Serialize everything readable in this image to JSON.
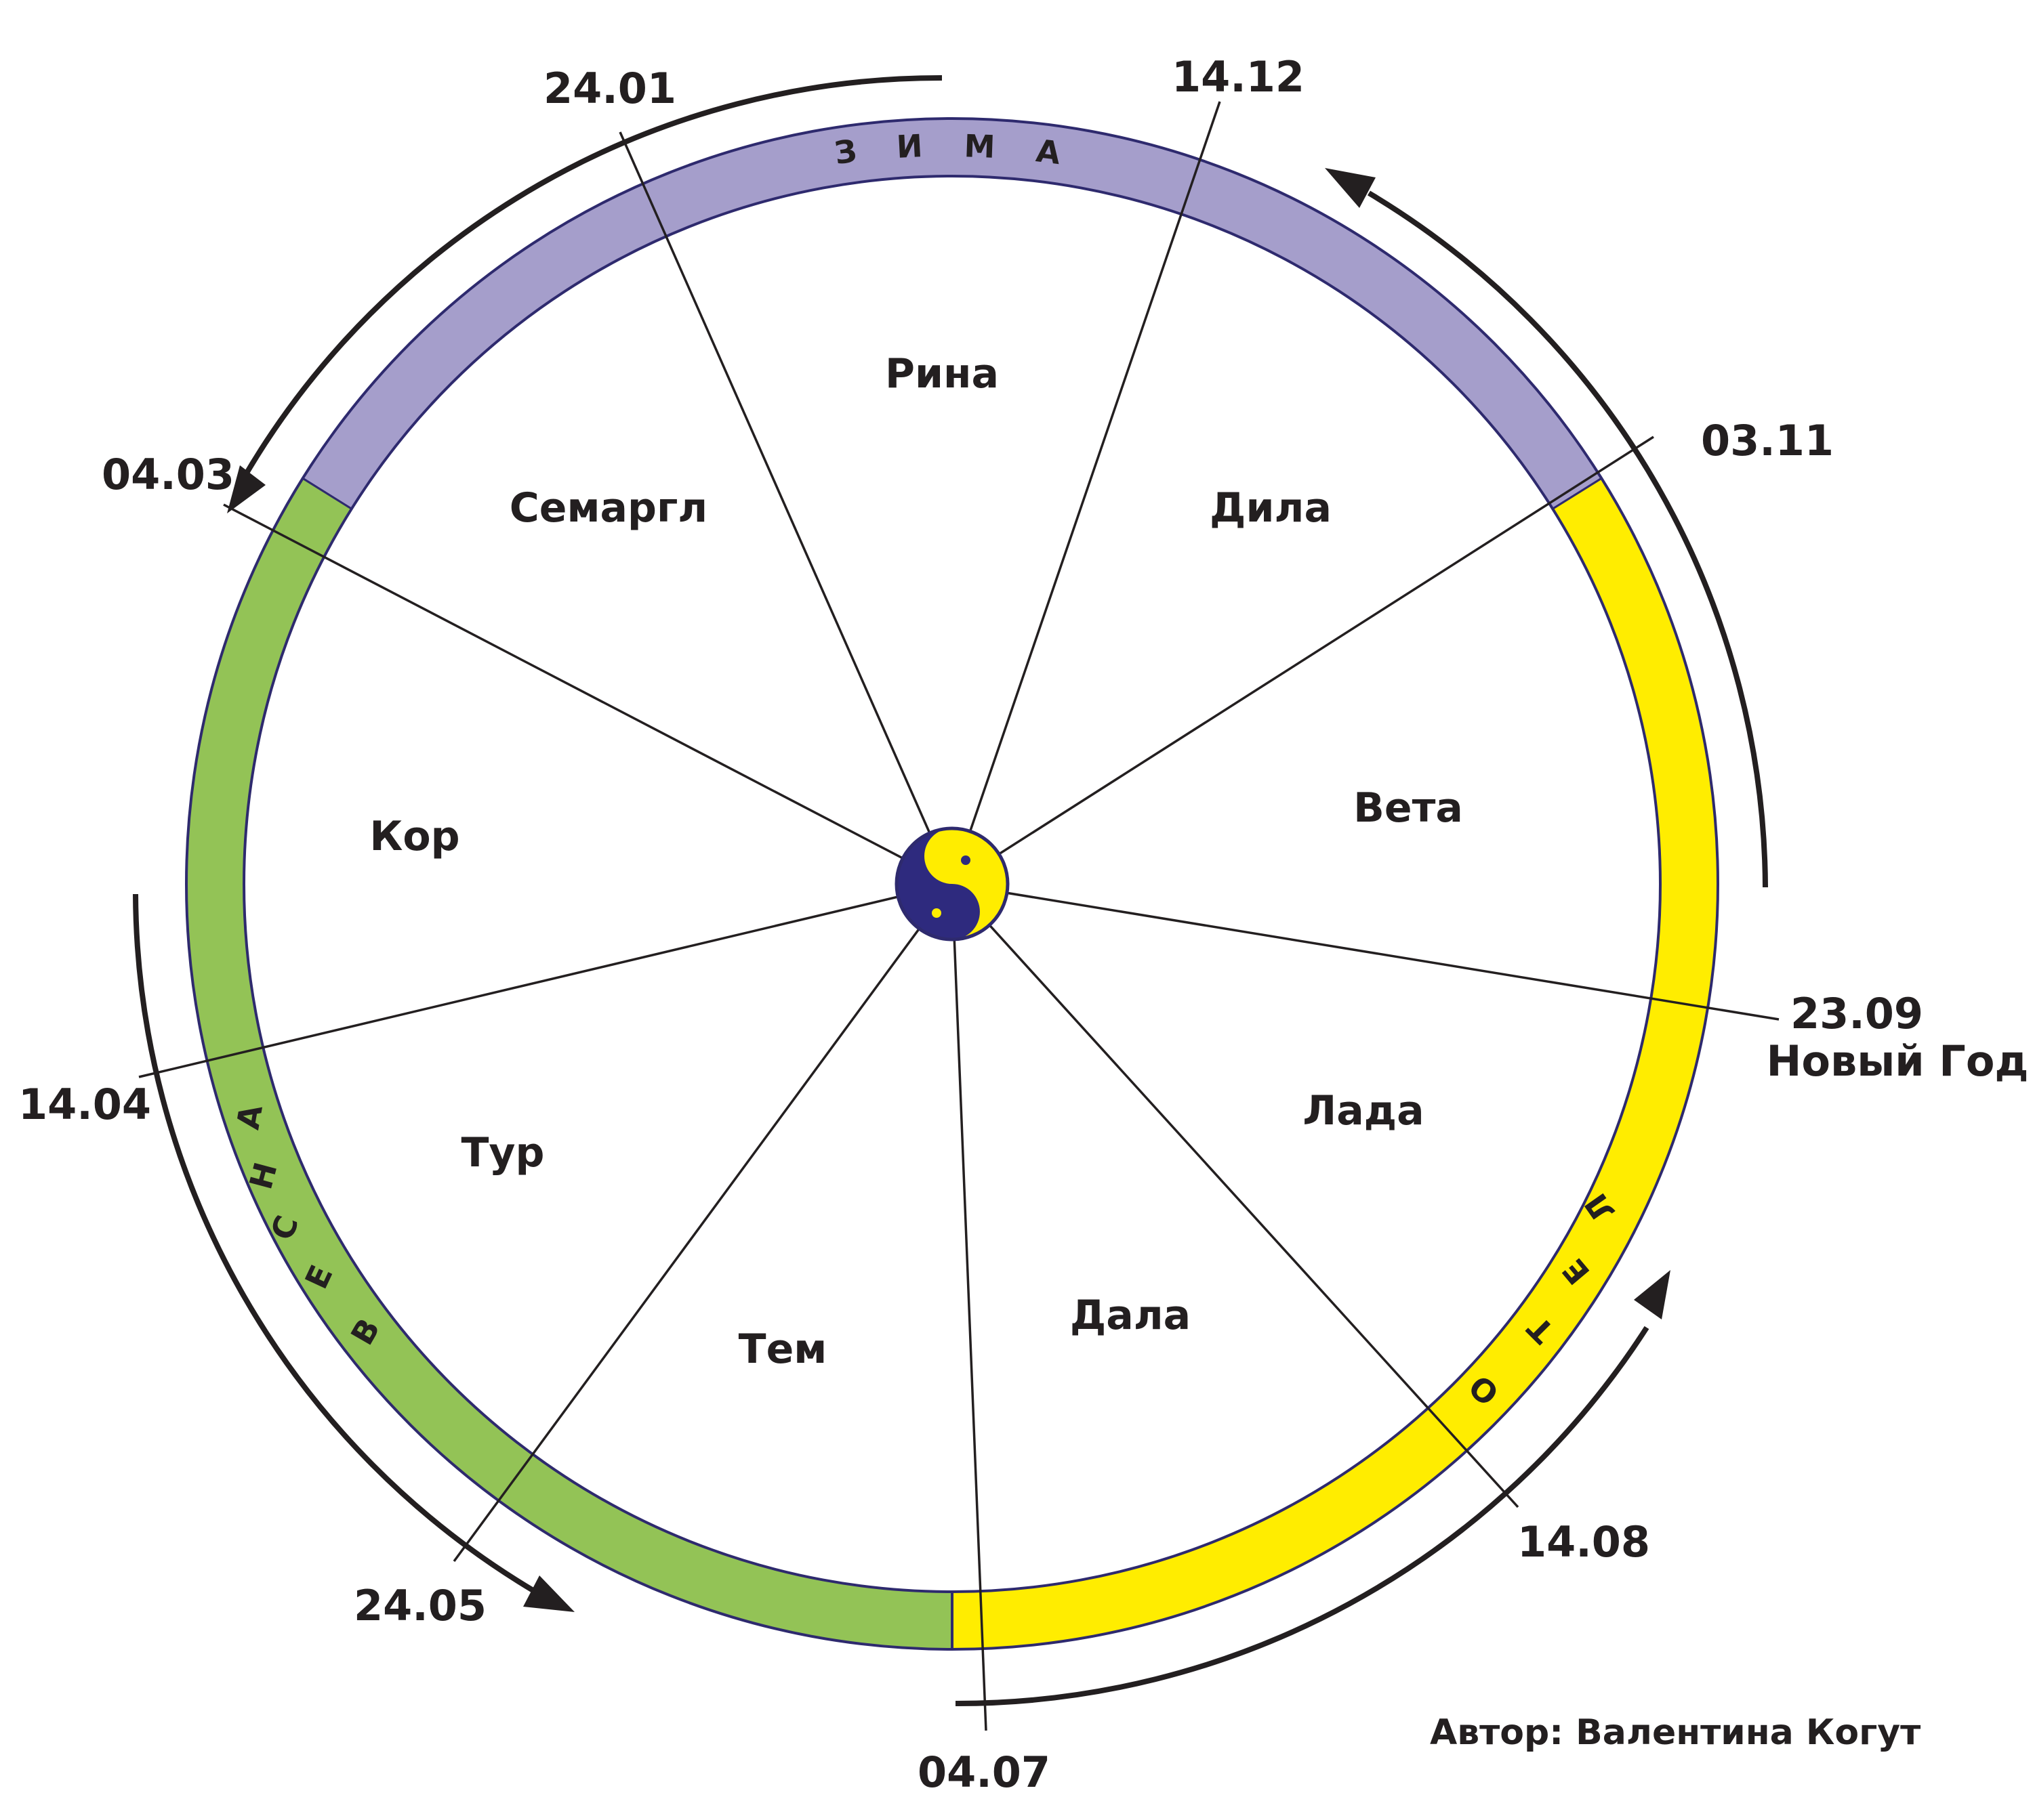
{
  "diagram": {
    "periods": [
      "Рина",
      "Дила",
      "Вета",
      "Лада",
      "Дала",
      "Тем",
      "Тур",
      "Кор",
      "Семаргл"
    ],
    "dates": [
      "14.12",
      "03.11",
      "23.09",
      "14.08",
      "04.07",
      "24.05",
      "14.04",
      "04.03",
      "24.01"
    ],
    "new_year_label": "Новый Год",
    "seasons": {
      "winter": {
        "letters": [
          "З",
          "И",
          "М",
          "А"
        ],
        "color": "#a59ecb"
      },
      "spring": {
        "letters": [
          "В",
          "Е",
          "С",
          "Н",
          "А"
        ],
        "color": "#93c356"
      },
      "summer": {
        "letters": [
          "Л",
          "Е",
          "Т",
          "О"
        ],
        "color": "#ffed00"
      }
    },
    "center_symbol": "yin-yang",
    "colors": {
      "ring_border": "#2e2a6e",
      "yin": "#2e2a7e",
      "yang": "#ffed00",
      "lines": "#231f20"
    },
    "author": "Автор: Валентина Когут"
  }
}
